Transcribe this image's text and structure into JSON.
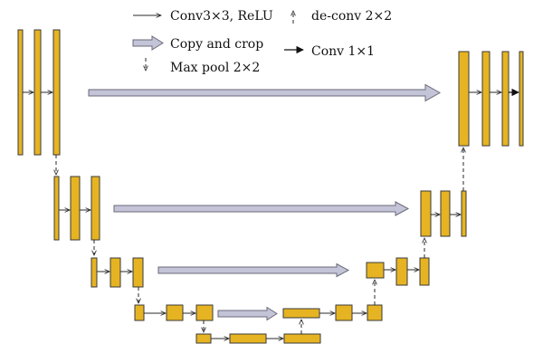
{
  "legend": {
    "conv3x3": "Conv3×3, ReLU",
    "copy_crop": "Copy and crop",
    "max_pool": "Max pool 2×2",
    "deconv": "de-conv 2×2",
    "conv1x1": "Conv 1×1"
  },
  "colors": {
    "feature_map": "#e6b422",
    "copy_arrow": "#c4c4d8",
    "line": "#2a2a2a"
  }
}
